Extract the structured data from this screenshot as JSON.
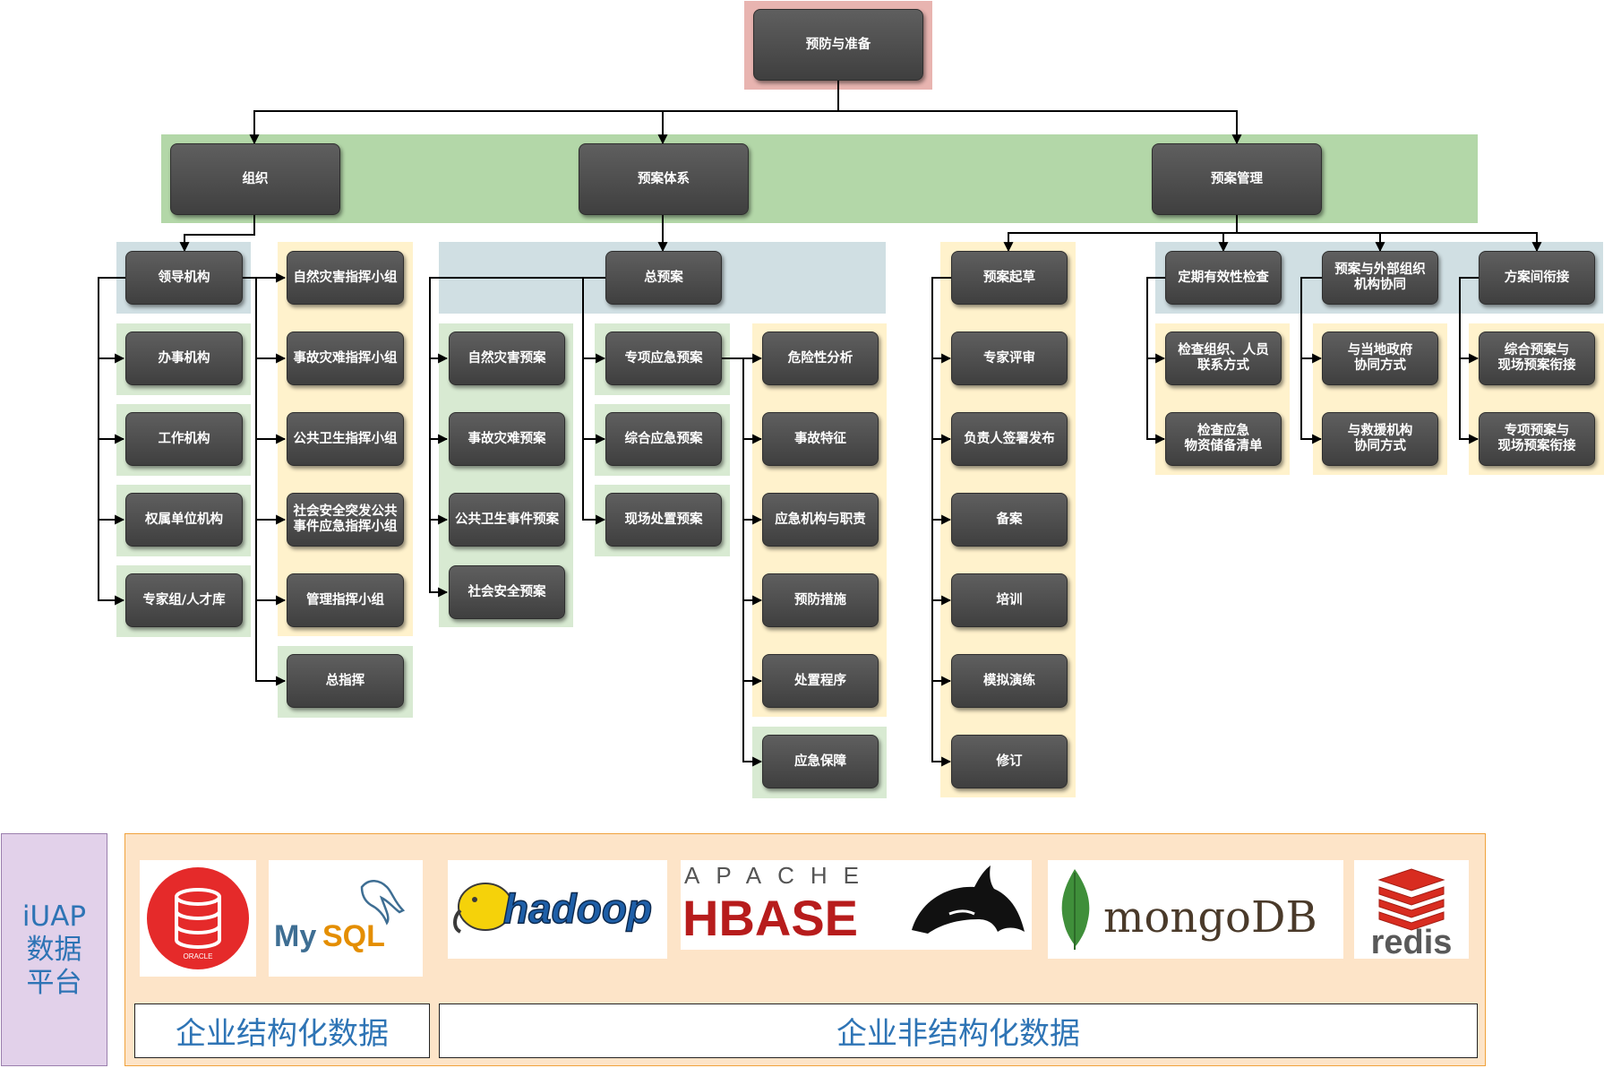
{
  "colors": {
    "root_band": "#e8b4b0",
    "level1_band": "#b3d7a8",
    "blue_band": "#d0dfe3",
    "yellow_band": "#fff2cc",
    "green_band": "#d8ead2",
    "node_fill": "#4a4a4a",
    "connector": "#000000",
    "platform_fill": "#fde4c8",
    "platform_side_fill": "#e2d1ea",
    "platform_text": "#2e74b5"
  },
  "tree": {
    "root": "预防与准备",
    "level1": [
      "组织",
      "预案体系",
      "预案管理"
    ],
    "org": {
      "units": [
        "领导机构",
        "办事机构",
        "工作机构",
        "权属单位机构",
        "专家组/人才库"
      ],
      "commands": [
        "自然灾害指挥小组",
        "事故灾难指挥小组",
        "公共卫生指挥小组",
        "社会安全突发公共\n事件应急指挥小组",
        "管理指挥小组",
        "总指挥"
      ]
    },
    "plan_system": {
      "master": "总预案",
      "event_plans": [
        "自然灾害预案",
        "事故灾难预案",
        "公共卫生事件预案",
        "社会安全预案"
      ],
      "plan_types": [
        "专项应急预案",
        "综合应急预案",
        "现场处置预案"
      ],
      "special_items": [
        "危险性分析",
        "事故特征",
        "应急机构与职责",
        "预防措施",
        "处置程序",
        "应急保障"
      ]
    },
    "plan_mgmt": {
      "drafting_steps": [
        "预案起草",
        "专家评审",
        "负责人签署发布",
        "备案",
        "培训",
        "模拟演练",
        "修订"
      ],
      "check": {
        "title": "定期有效性检查",
        "items": [
          "检查组织、人员\n联系方式",
          "检查应急\n物资储备清单"
        ]
      },
      "external": {
        "title": "预案与外部组织\n机构协同",
        "items": [
          "与当地政府\n协同方式",
          "与救援机构\n协同方式"
        ]
      },
      "link": {
        "title": "方案间衔接",
        "items": [
          "综合预案与\n现场预案衔接",
          "专项预案与\n现场预案衔接"
        ]
      }
    }
  },
  "platform": {
    "side_label": "iUAP\n数据\n平台",
    "structured_label": "企业结构化数据",
    "unstructured_label": "企业非结构化数据",
    "logos": {
      "oracle_text": "ORACLE",
      "mysql_text_a": "My",
      "mysql_text_b": "SQL",
      "hadoop_text": "hadoop",
      "hbase_top": "APACHE",
      "hbase_main": "HBASE",
      "mongo_text": "mongoDB",
      "redis_text": "redis"
    }
  }
}
